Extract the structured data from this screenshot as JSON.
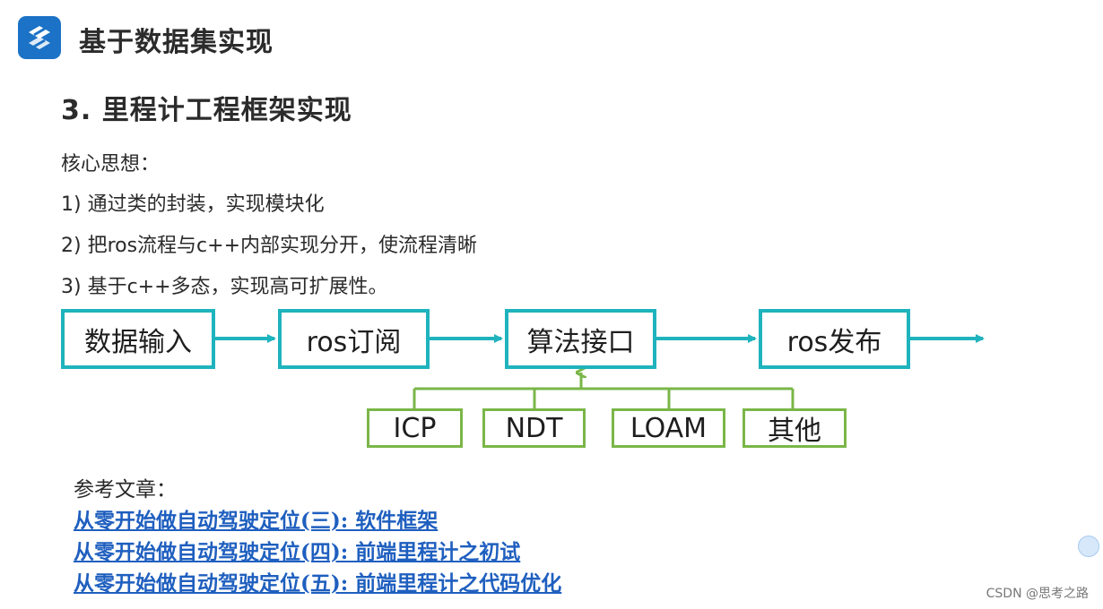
{
  "header": {
    "title": "基于数据集实现"
  },
  "section": {
    "title": "3. 里程计工程框架实现"
  },
  "core_ideas": {
    "label": "核心思想：",
    "points": [
      "1) 通过类的封装，实现模块化",
      "2) 把ros流程与c++内部实现分开，使流程清晰",
      "3) 基于c++多态，实现高可扩展性。"
    ]
  },
  "flow": {
    "steps": [
      "数据输入",
      "ros订阅",
      "算法接口",
      "ros发布"
    ],
    "algorithms": [
      "ICP",
      "NDT",
      "LOAM",
      "其他"
    ]
  },
  "colors": {
    "teal": "#1fb3bd",
    "green": "#7ab648",
    "link": "#1f5fbf",
    "brand": "#1b72c6"
  },
  "references": {
    "label": "参考文章：",
    "links": [
      "从零开始做自动驾驶定位(三): 软件框架",
      "从零开始做自动驾驶定位(四): 前端里程计之初试",
      "从零开始做自动驾驶定位(五): 前端里程计之代码优化"
    ]
  },
  "footer": {
    "watermark": "CSDN @思考之路"
  },
  "icons": [
    "logo-icon",
    "arrow-right-icon",
    "arrow-up-icon"
  ]
}
